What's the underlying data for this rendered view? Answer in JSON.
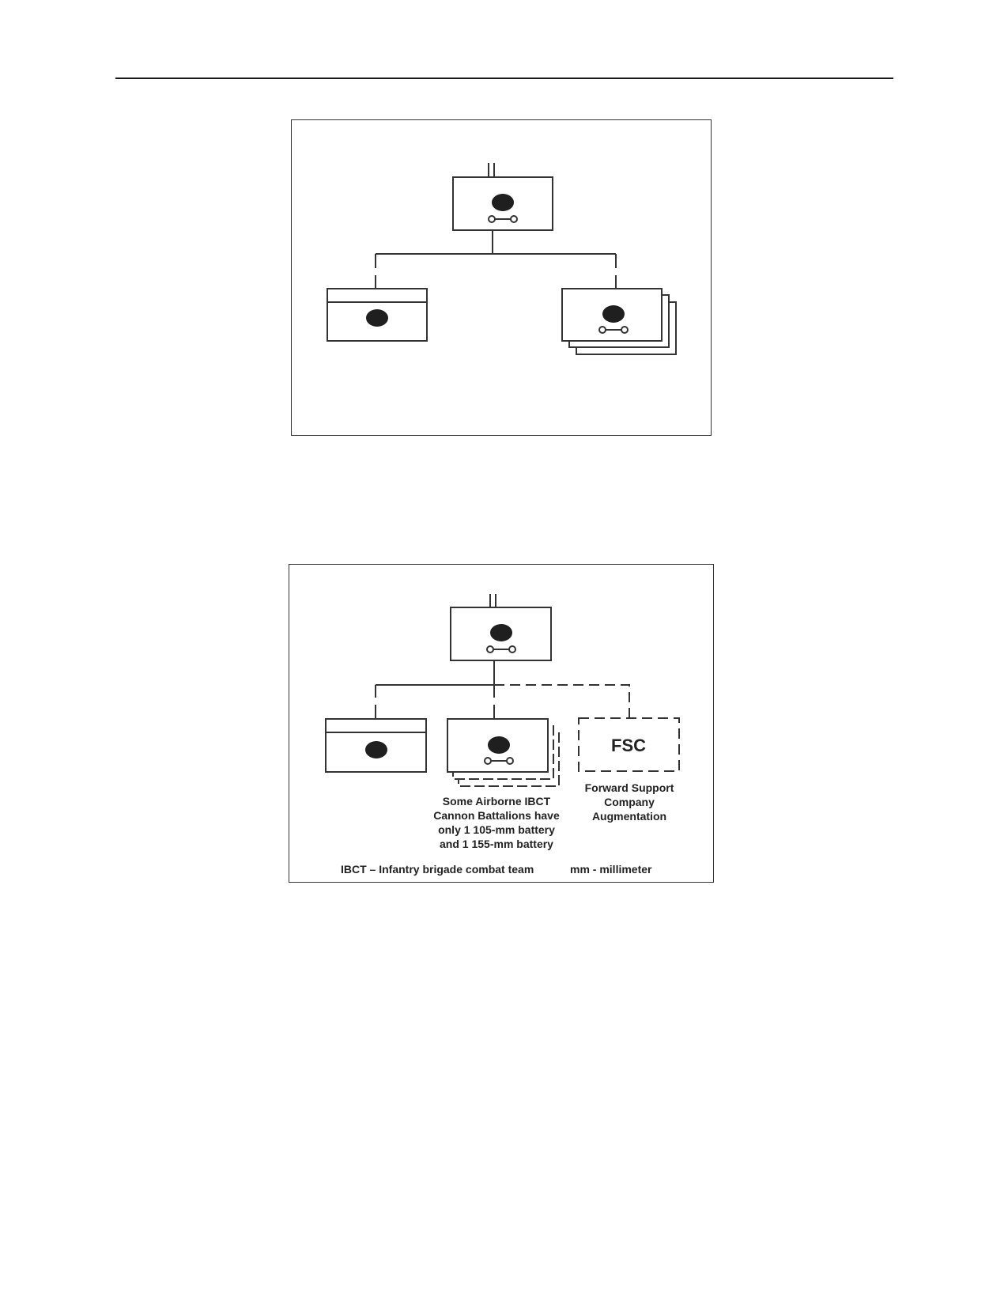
{
  "figure_1": {
    "units": {
      "headquarters": {
        "symbol": "field-artillery-self-propelled"
      },
      "left_unit": {
        "symbol": "field-artillery-headquarters"
      },
      "right_unit": {
        "symbol": "field-artillery-self-propelled",
        "stacked": 3
      }
    }
  },
  "figure_2": {
    "units": {
      "headquarters": {
        "symbol": "field-artillery-self-propelled"
      },
      "left_unit": {
        "symbol": "field-artillery-headquarters"
      },
      "middle_unit": {
        "symbol": "field-artillery-self-propelled",
        "stacked": 3
      },
      "fsc_box": {
        "label": "FSC"
      }
    },
    "notes": {
      "middle_note": [
        "Some Airborne IBCT",
        "Cannon Battalions have",
        "only 1 105-mm battery",
        "and 1 155-mm battery"
      ],
      "fsc_note": [
        "Forward Support",
        "Company",
        "Augmentation"
      ]
    },
    "legend": {
      "ibct": "IBCT – Infantry brigade combat team",
      "mm": "mm - millimeter"
    }
  },
  "colors": {
    "line": "#333333",
    "fill_dark": "#1f1f1f",
    "text": "#222222"
  }
}
